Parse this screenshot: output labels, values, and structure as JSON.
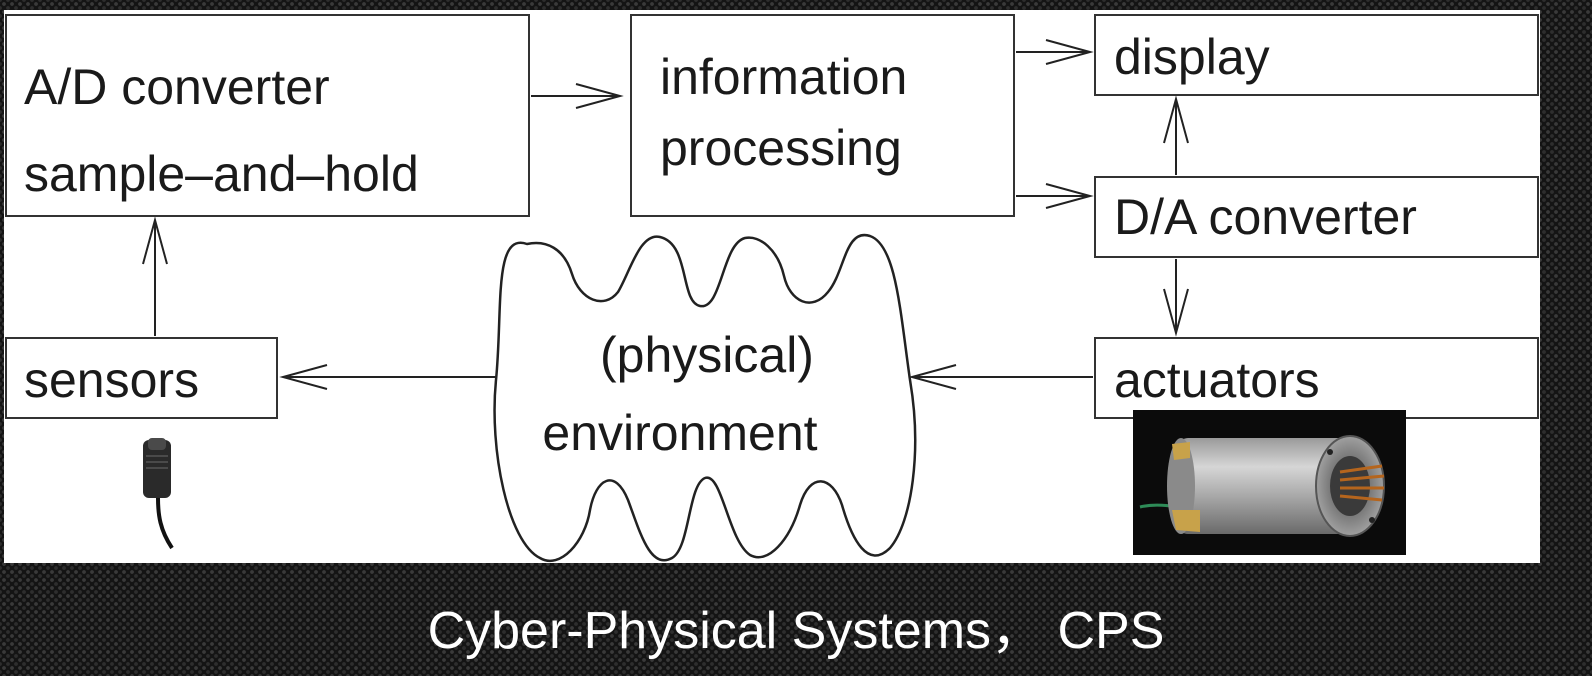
{
  "diagram": {
    "nodes": {
      "adc": {
        "line1": "A/D converter",
        "line2": "sample–and–hold"
      },
      "processing": {
        "line1": "information",
        "line2": "processing"
      },
      "display": {
        "label": "display"
      },
      "dac": {
        "label": "D/A converter"
      },
      "sensors": {
        "label": "sensors"
      },
      "environment": {
        "line1": "(physical)",
        "line2": "environment"
      },
      "actuators": {
        "label": "actuators"
      }
    },
    "edges": [
      {
        "from": "sensors",
        "to": "adc"
      },
      {
        "from": "adc",
        "to": "processing"
      },
      {
        "from": "processing",
        "to": "display"
      },
      {
        "from": "processing",
        "to": "dac"
      },
      {
        "from": "dac",
        "to": "display"
      },
      {
        "from": "dac",
        "to": "actuators"
      },
      {
        "from": "actuators",
        "to": "environment"
      },
      {
        "from": "environment",
        "to": "sensors"
      }
    ]
  },
  "caption": "Cyber-Physical Systems， CPS",
  "colors": {
    "slide_background": "#141414",
    "diagram_background": "#ffffff",
    "line": "#222222",
    "caption_text": "#ffffff"
  },
  "icons": {
    "sensor_photo": "sensor-photo-icon",
    "actuator_photo": "motor-photo-icon"
  }
}
